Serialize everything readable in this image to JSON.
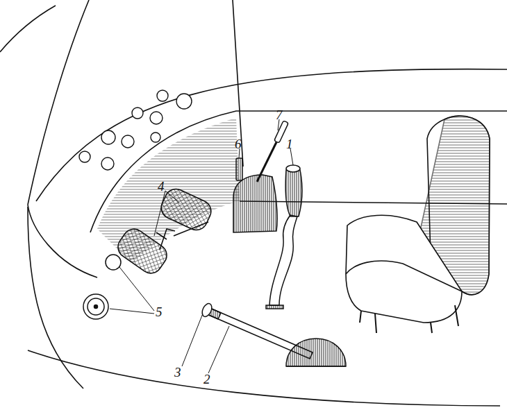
{
  "diagram": {
    "labels": [
      "6",
      "7",
      "1",
      "4",
      "5",
      "3",
      "2"
    ]
  }
}
